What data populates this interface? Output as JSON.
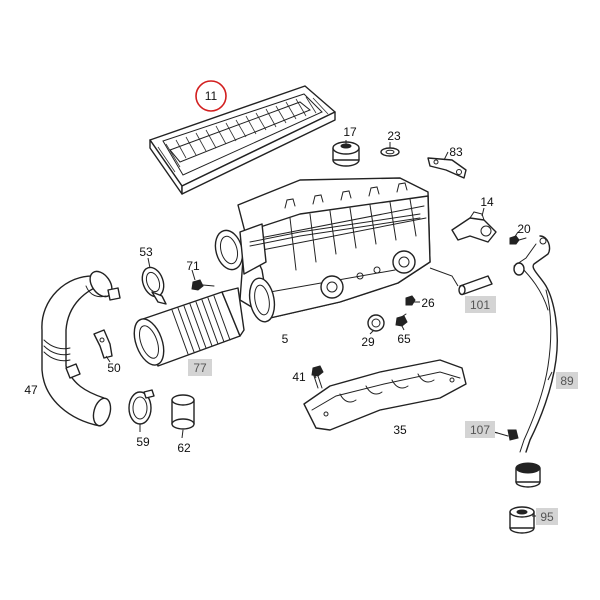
{
  "diagram": {
    "highlight_color": "#d21f1f",
    "boxed_label_bg": "#d4d4d4",
    "labels": {
      "p11": "11",
      "p17": "17",
      "p23": "23",
      "p83": "83",
      "p14": "14",
      "p20": "20",
      "p53": "53",
      "p71": "71",
      "p26": "26",
      "p101": "101",
      "p5": "5",
      "p29": "29",
      "p65": "65",
      "p47": "47",
      "p50": "50",
      "p77": "77",
      "p41": "41",
      "p89": "89",
      "p35": "35",
      "p59": "59",
      "p62": "62",
      "p107": "107",
      "p95": "95"
    }
  }
}
